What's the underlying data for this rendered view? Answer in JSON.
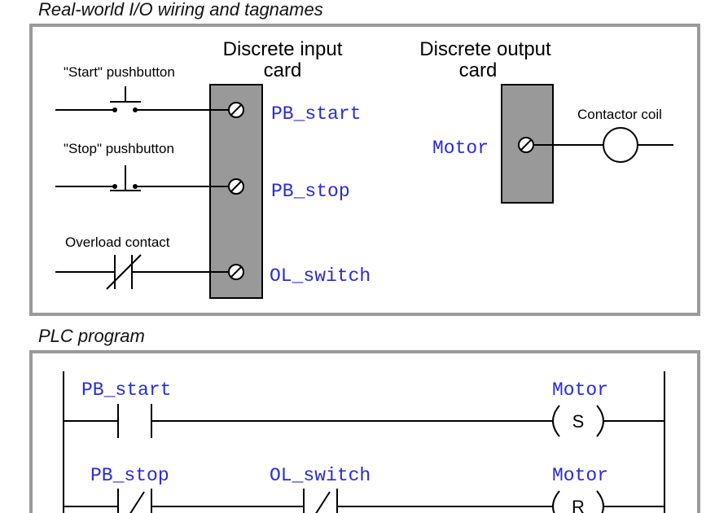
{
  "wiring": {
    "title": "Real-world I/O wiring and tagnames",
    "input_card_title": [
      "Discrete input",
      "card"
    ],
    "output_card_title": [
      "Discrete output",
      "card"
    ],
    "start_pb_label": "\"Start\" pushbutton",
    "stop_pb_label": "\"Stop\" pushbutton",
    "overload_label": "Overload contact",
    "contactor_label": "Contactor coil",
    "tags": {
      "pb_start": "PB_start",
      "pb_stop": "PB_stop",
      "ol_switch": "OL_switch",
      "motor": "Motor"
    }
  },
  "program": {
    "title": "PLC program",
    "rung1": {
      "contact_tag": "PB_start",
      "coil_tag": "Motor",
      "coil_letter": "S"
    },
    "rung2": {
      "contact1_tag": "PB_stop",
      "contact2_tag": "OL_switch",
      "coil_tag": "Motor",
      "coil_letter": "R"
    }
  },
  "colors": {
    "tag": "#2b2bd6",
    "card": "#999999",
    "frame": "#9a9a9a"
  }
}
